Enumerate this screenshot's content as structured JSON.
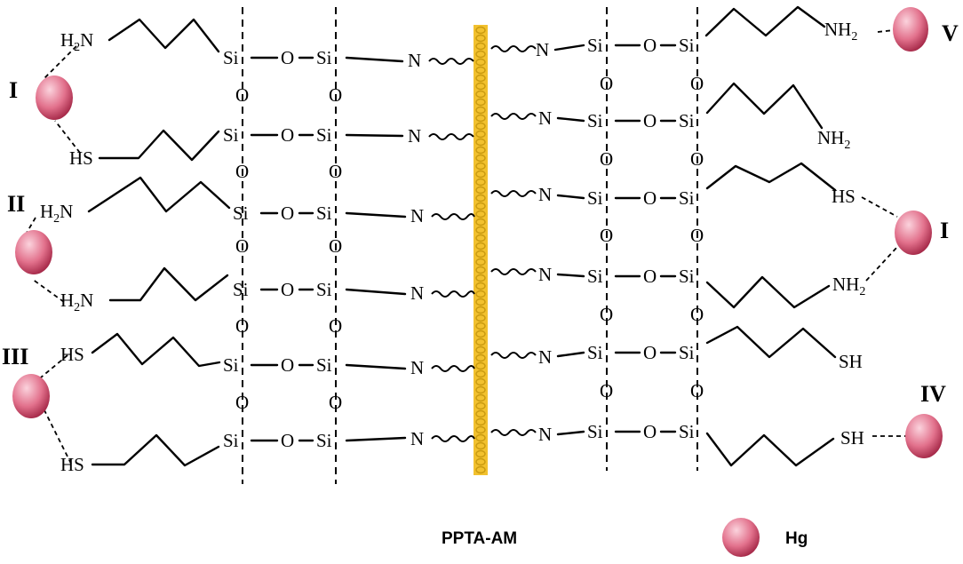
{
  "atoms": {
    "si": "Si",
    "o": "O",
    "n": "N",
    "h": "H",
    "s": "S",
    "amine_h": "H",
    "amine_n": "N",
    "amine_sub": "2",
    "thiol": "HS",
    "thiol_right": "SH",
    "nh2_base": "NH",
    "nh2_sub": "2"
  },
  "labels": {
    "site_1_left": "I",
    "site_2_left": "II",
    "site_3_left": "III",
    "site_1_right": "I",
    "site_4_right": "IV",
    "site_5_right": "V"
  },
  "caption": {
    "backbone": "PPTA-AM",
    "legend": "Hg"
  },
  "colors": {
    "backbone": "#F2C12E",
    "backbone_dark": "#C99A10",
    "sphere_light": "#FBD3DD",
    "sphere_mid": "#E2718C",
    "sphere_dark": "#9C1E3E"
  }
}
